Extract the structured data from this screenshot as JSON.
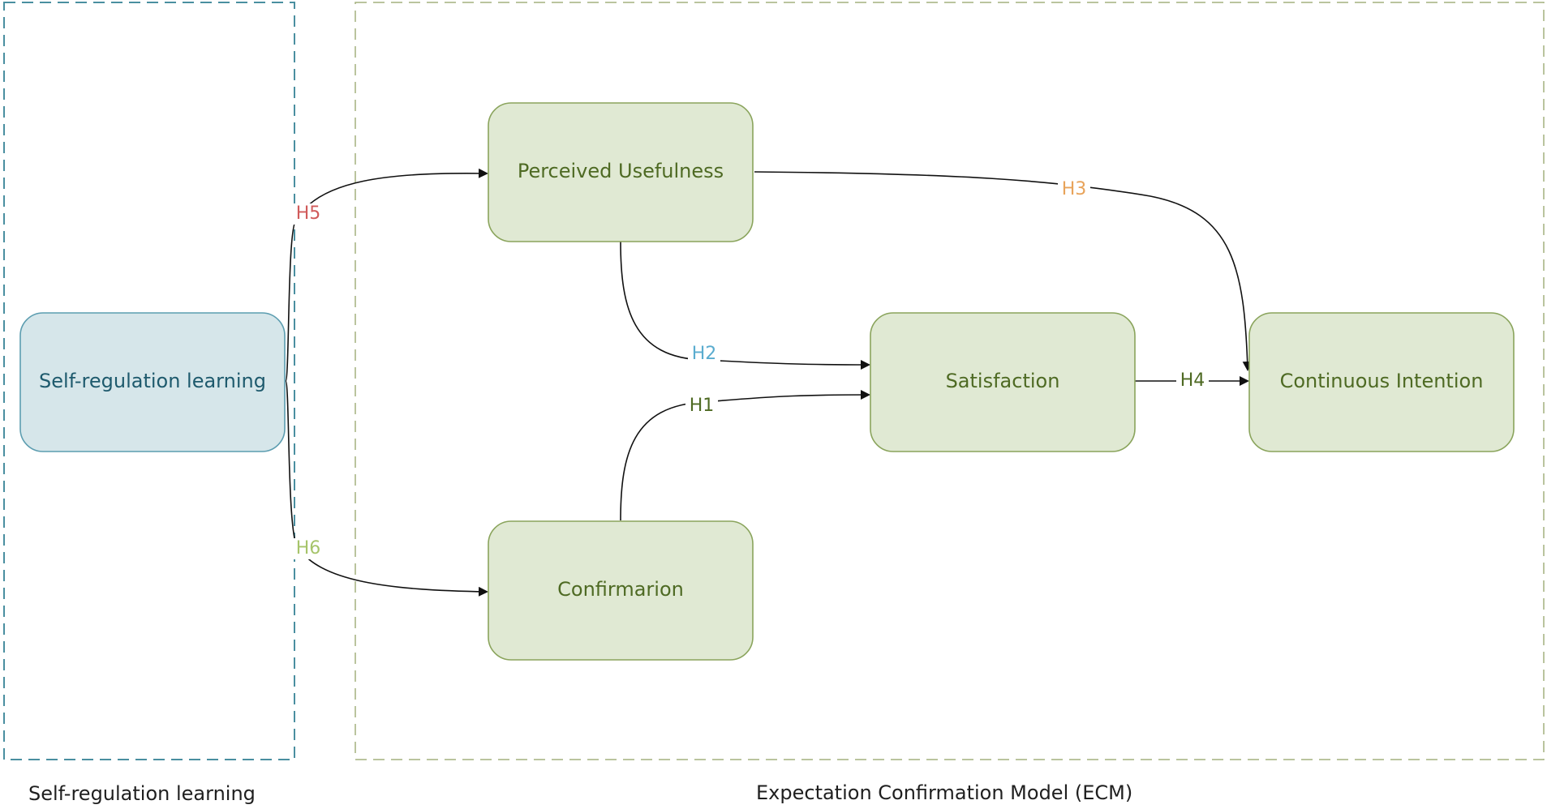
{
  "groups": {
    "srl": {
      "label": "Self-regulation learning",
      "border_color": "#4a8fa0"
    },
    "ecm": {
      "label": "Expectation Confirmation Model (ECM)",
      "border_color": "#a3b07e"
    }
  },
  "nodes": {
    "srl": {
      "label": "Self-regulation learning",
      "fill": "#d6e6ea",
      "stroke": "#5c9db0",
      "text_color": "#1e5a6d"
    },
    "pu": {
      "label": "Perceived Usefulness",
      "fill": "#e0e9d3",
      "stroke": "#8aa45c",
      "text_color": "#4e6a23"
    },
    "sat": {
      "label": "Satisfaction",
      "fill": "#e0e9d3",
      "stroke": "#8aa45c",
      "text_color": "#4e6a23"
    },
    "ci": {
      "label": "Continuous Intention",
      "fill": "#e0e9d3",
      "stroke": "#8aa45c",
      "text_color": "#4e6a23"
    },
    "conf": {
      "label": "Confirmarion",
      "fill": "#e0e9d3",
      "stroke": "#8aa45c",
      "text_color": "#4e6a23"
    }
  },
  "hypotheses": {
    "h1": {
      "label": "H1",
      "color": "#4e6a23"
    },
    "h2": {
      "label": "H2",
      "color": "#5aaccf"
    },
    "h3": {
      "label": "H3",
      "color": "#e8a35a"
    },
    "h4": {
      "label": "H4",
      "color": "#4e6a23"
    },
    "h5": {
      "label": "H5",
      "color": "#d05a5a"
    },
    "h6": {
      "label": "H6",
      "color": "#a6c46a"
    }
  }
}
